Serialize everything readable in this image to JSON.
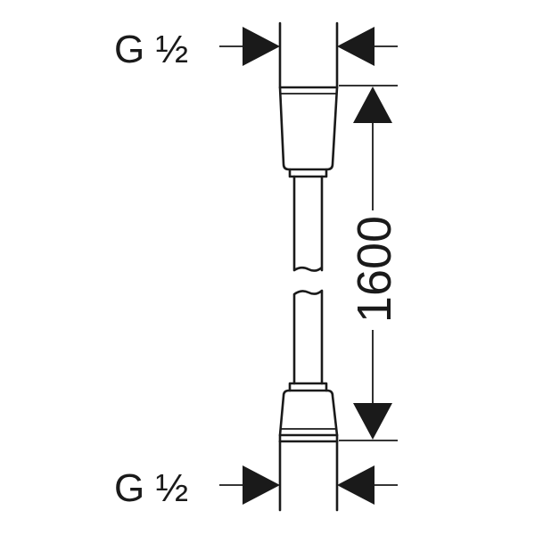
{
  "diagram": {
    "top_thread_label": "G ½",
    "bottom_thread_label": "G ½",
    "length_dimension": "1600"
  },
  "colors": {
    "line": "#1a1a1a",
    "background": "#ffffff"
  }
}
